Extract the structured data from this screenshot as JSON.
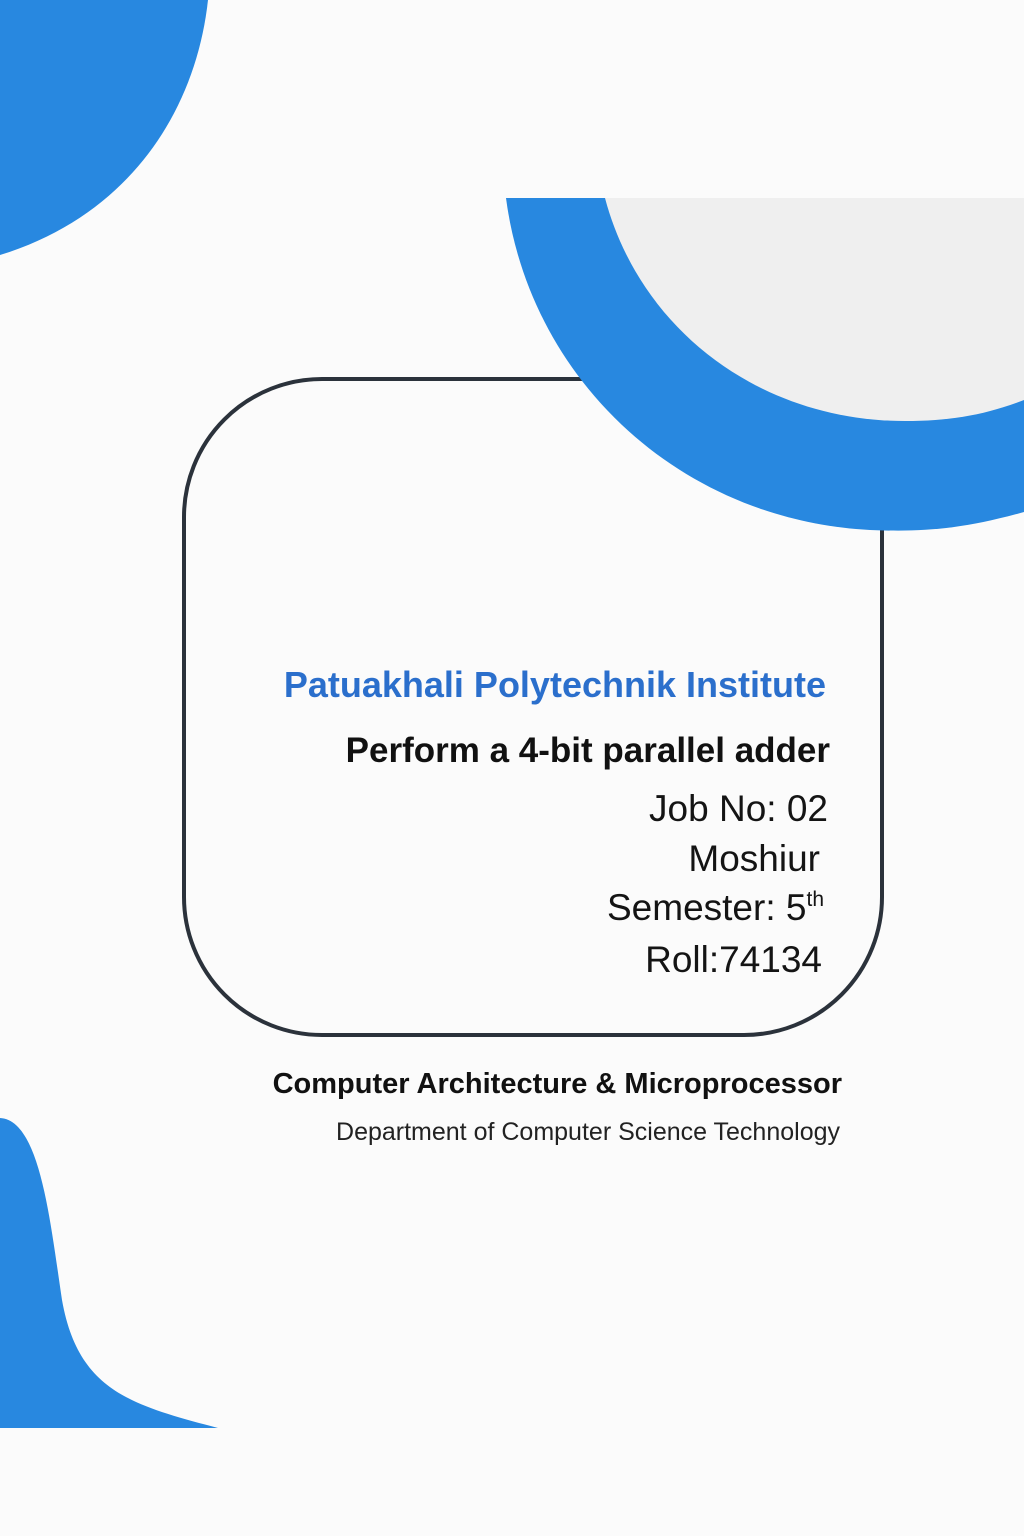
{
  "colors": {
    "accent_blue": "#2888e0",
    "card_border": "#2b323b",
    "institute_blue": "#2b6fcc",
    "panel_grey": "#efefef"
  },
  "cover": {
    "institute": "Patuakhali Polytechnik Institute",
    "job_title": "Perform a 4-bit parallel adder",
    "job_no": "Job No: 02",
    "student_name": "Moshiur",
    "semester_label": "Semester: 5",
    "semester_suffix": "th",
    "roll": "Roll:74134"
  },
  "footer": {
    "course": "Computer Architecture & Microprocessor",
    "department": "Department of Computer Science Technology"
  }
}
